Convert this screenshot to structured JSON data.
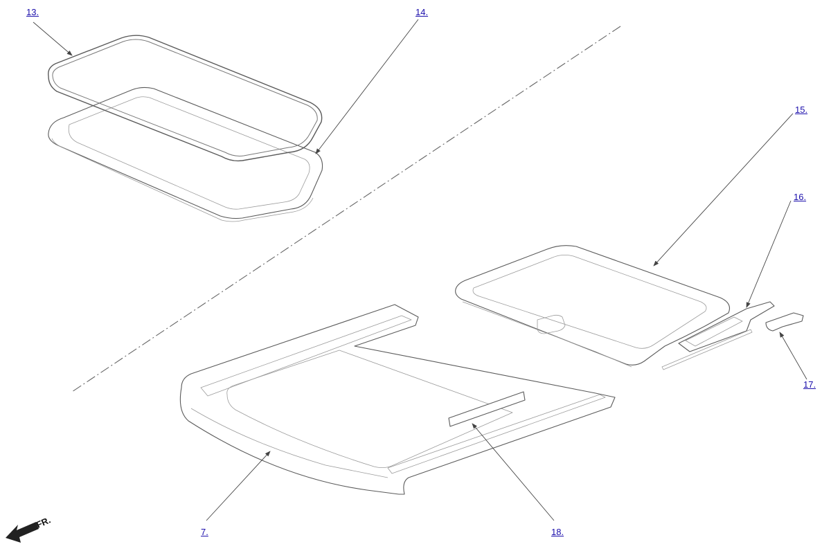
{
  "callouts": {
    "c13": "13.",
    "c14": "14.",
    "c15": "15.",
    "c16": "16.",
    "c17": "17.",
    "c7": "7.",
    "c18": "18."
  },
  "orientation": {
    "label": "FR.",
    "icon": "front-direction-arrow-icon"
  },
  "colors": {
    "link": "#1a0dab",
    "line_art": "#5a5a5a"
  }
}
